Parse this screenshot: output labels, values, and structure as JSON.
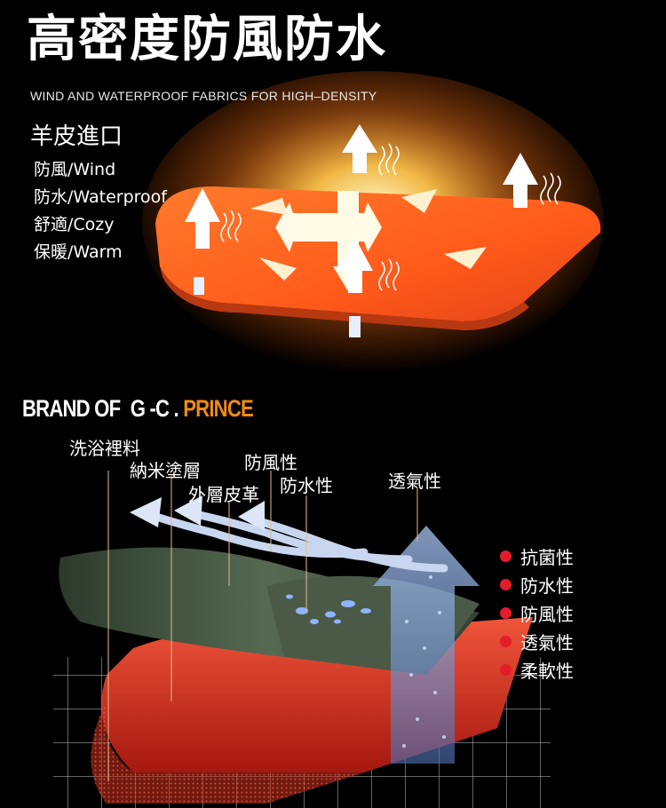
{
  "header": {
    "title": "高密度防風防水",
    "subtitle": "WIND AND WATERPROOF FABRICS FOR HIGH–DENSITY",
    "origin": "羊皮進口"
  },
  "features": [
    "防風/Wind",
    "防水/Waterproof",
    "舒適/Cozy",
    "保暖/Warm"
  ],
  "brand": {
    "part1": "BRAND OF",
    "part2": "G -C .",
    "part3": "PRINCE"
  },
  "layers": {
    "wash_lining": "洗浴裡料",
    "nano_coating": "納米塗層",
    "outer_leather": "外層皮革",
    "windproof": "防風性",
    "waterproof": "防水性",
    "breathable": "透氣性"
  },
  "properties": [
    "抗菌性",
    "防水性",
    "防風性",
    "透氣性",
    "柔軟性"
  ],
  "colors": {
    "accent": "#f08a12",
    "dot": "#e51c2a",
    "fabric_orange": "#ff5a1a",
    "fabric_red": "#d42a1e",
    "fabric_green": "#3d4a3a",
    "vapor_blue": "#7ea4e6"
  }
}
